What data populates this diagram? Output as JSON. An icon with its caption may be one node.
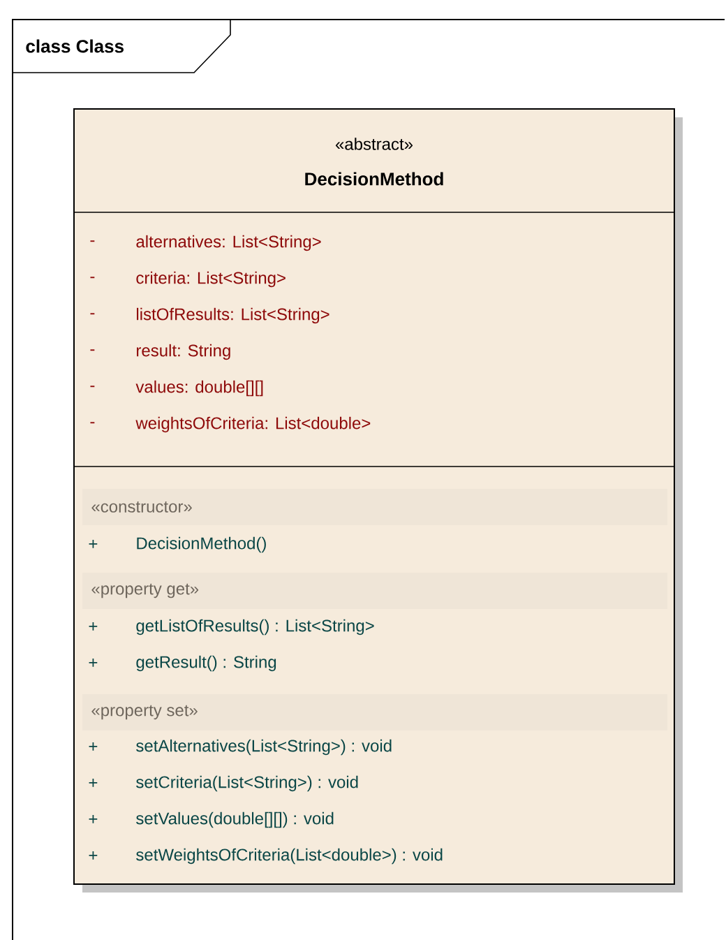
{
  "diagram": {
    "nodes": [
      {
        "text": [
          "class Class"
        ]
      },
      {
        "text": [
          "«abstract»",
          "DecisionMethod",
          "-",
          "alternatives:  List<String>",
          "-",
          "criteria:  List<String>",
          "-",
          "listOfResults:  List<String>",
          "-",
          "result:  String",
          "-",
          "values:  double[][]",
          "-",
          "weightsOfCriteria:  List<double>",
          "«constructor»",
          "+",
          "DecisionMethod()",
          "«property get»",
          "+",
          "getListOfResults() : List<String>",
          "+",
          "getResult() : String",
          "«property set»",
          "+",
          "setAlternatives(List<String>) : void",
          "+",
          "setCriteria(List<String>) : void",
          "+",
          "setValues(double[][]) : void",
          "+",
          "setWeightsOfCriteria(List<double>) : void"
        ],
        "in": 0
      }
    ]
  }
}
